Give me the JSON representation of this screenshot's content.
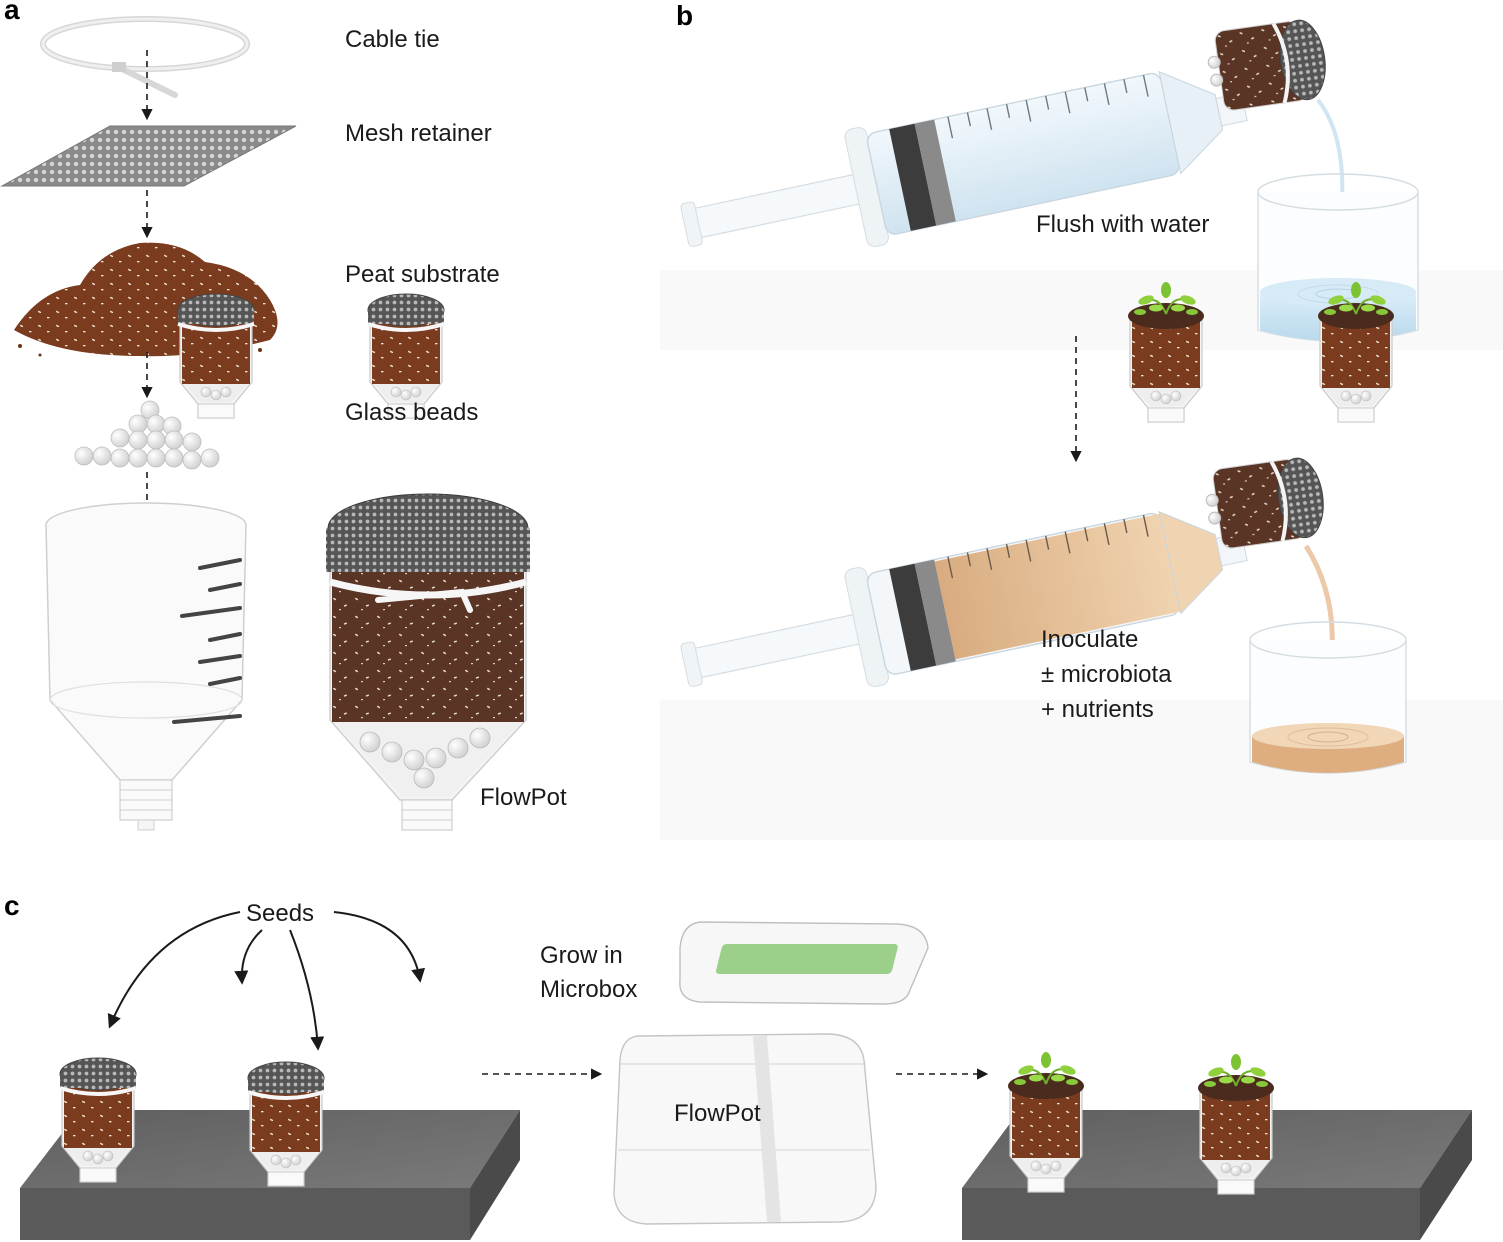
{
  "panels": {
    "a": "a",
    "b": "b",
    "c": "c"
  },
  "panel_a": {
    "labels": [
      "Cable tie",
      "Mesh retainer",
      "Peat substrate",
      "Glass beads"
    ],
    "assembled_label": "FlowPot"
  },
  "panel_b": {
    "step1": "Flush with water",
    "step2_lines": [
      "Inoculate",
      "± microbiota",
      "+ nutrients"
    ]
  },
  "panel_c": {
    "seeds": "Seeds",
    "grow_lines": [
      "Grow in",
      "Microbox"
    ],
    "box_label": "FlowPot"
  },
  "colors": {
    "peat": "#5a3526",
    "soil_brown": "#7a3b1e",
    "mesh": "#6e6e6e",
    "bead": "#eeeeee",
    "water": "#cfe6f2",
    "inoculum": "#e2b98f",
    "plant": "#86c83a",
    "board": "#6d6d6d"
  }
}
